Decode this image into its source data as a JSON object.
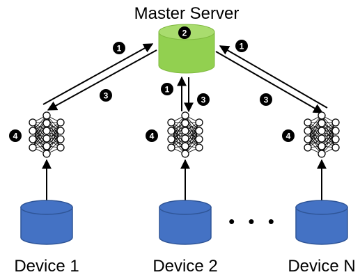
{
  "server": {
    "title": "Master Server",
    "color": "#92d050"
  },
  "devices": [
    {
      "label": "Device 1"
    },
    {
      "label": "Device 2"
    },
    {
      "label": "Device N"
    }
  ],
  "ellipsis": "• • •",
  "steps": {
    "s1": "1",
    "s2": "2",
    "s3": "3",
    "s4": "4"
  },
  "colors": {
    "database": "#4472c4",
    "database_edge": "#2f5597"
  }
}
